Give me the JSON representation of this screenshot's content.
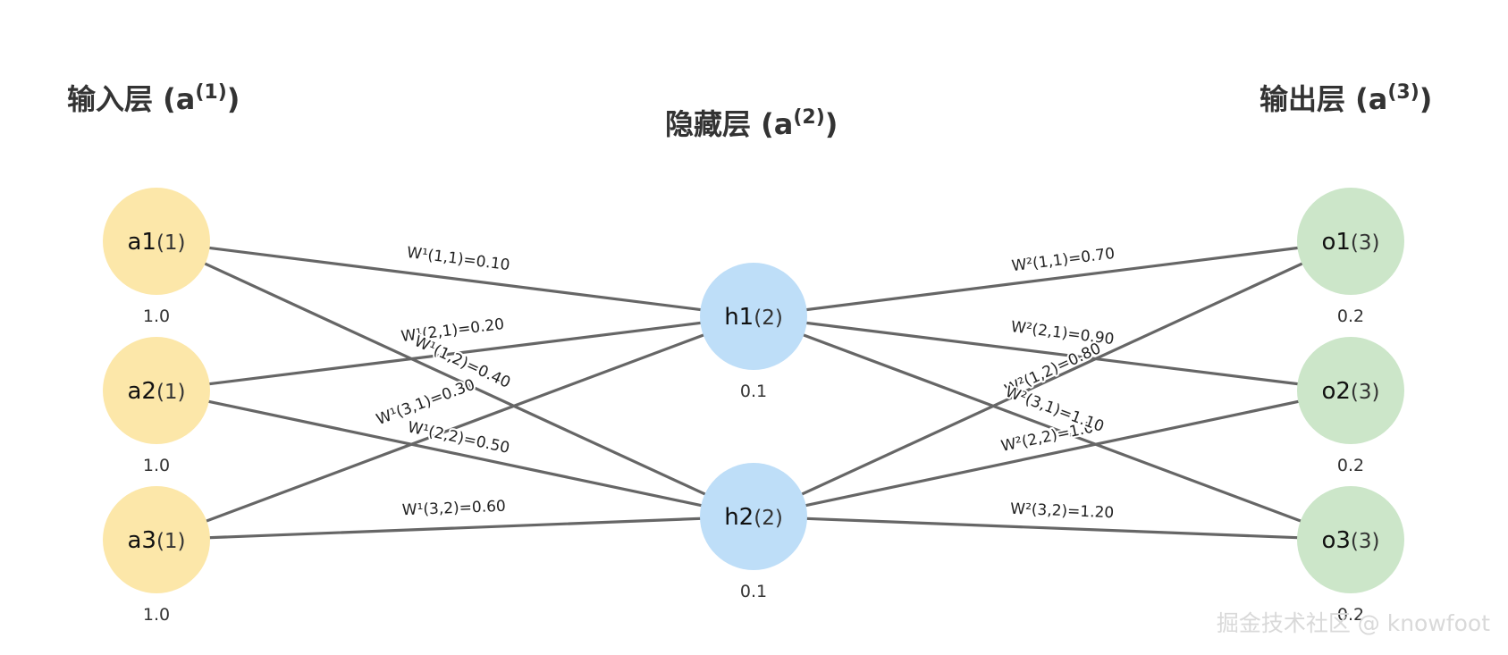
{
  "colors": {
    "input": "#FCE7A9",
    "hidden": "#BEDEF8",
    "output": "#CCE6C9",
    "edge": "#666666"
  },
  "layers": {
    "input": {
      "title": "输入层 (a",
      "sup": "(1)",
      "close": ")"
    },
    "hidden": {
      "title": "隐藏层 (a",
      "sup": "(2)",
      "close": ")"
    },
    "output": {
      "title": "输出层 (a",
      "sup": "(3)",
      "close": ")"
    }
  },
  "nodes": [
    {
      "id": "a1",
      "layer": "input",
      "name": "a1",
      "sup": "(1)",
      "value": "1.0"
    },
    {
      "id": "a2",
      "layer": "input",
      "name": "a2",
      "sup": "(1)",
      "value": "1.0"
    },
    {
      "id": "a3",
      "layer": "input",
      "name": "a3",
      "sup": "(1)",
      "value": "1.0"
    },
    {
      "id": "h1",
      "layer": "hidden",
      "name": "h1",
      "sup": "(2)",
      "value": "0.1"
    },
    {
      "id": "h2",
      "layer": "hidden",
      "name": "h2",
      "sup": "(2)",
      "value": "0.1"
    },
    {
      "id": "o1",
      "layer": "output",
      "name": "o1",
      "sup": "(3)",
      "value": "0.2"
    },
    {
      "id": "o2",
      "layer": "output",
      "name": "o2",
      "sup": "(3)",
      "value": "0.2"
    },
    {
      "id": "o3",
      "layer": "output",
      "name": "o3",
      "sup": "(3)",
      "value": "0.2"
    }
  ],
  "edges": [
    {
      "from": "a1",
      "to": "h1",
      "label": "W¹(1,1)=0.10"
    },
    {
      "from": "a2",
      "to": "h1",
      "label": "W¹(2,1)=0.20"
    },
    {
      "from": "a3",
      "to": "h1",
      "label": "W¹(3,1)=0.30"
    },
    {
      "from": "a1",
      "to": "h2",
      "label": "W¹(1,2)=0.40"
    },
    {
      "from": "a2",
      "to": "h2",
      "label": "W¹(2,2)=0.50"
    },
    {
      "from": "a3",
      "to": "h2",
      "label": "W¹(3,2)=0.60"
    },
    {
      "from": "h1",
      "to": "o1",
      "label": "W²(1,1)=0.70"
    },
    {
      "from": "h2",
      "to": "o1",
      "label": "W²(1,2)=0.80"
    },
    {
      "from": "h1",
      "to": "o2",
      "label": "W²(2,1)=0.90"
    },
    {
      "from": "h2",
      "to": "o2",
      "label": "W²(2,2)=1.00"
    },
    {
      "from": "h1",
      "to": "o3",
      "label": "W²(3,1)=1.10"
    },
    {
      "from": "h2",
      "to": "o3",
      "label": "W²(3,2)=1.20"
    }
  ],
  "watermark": "掘金技术社区 @ knowfoot"
}
